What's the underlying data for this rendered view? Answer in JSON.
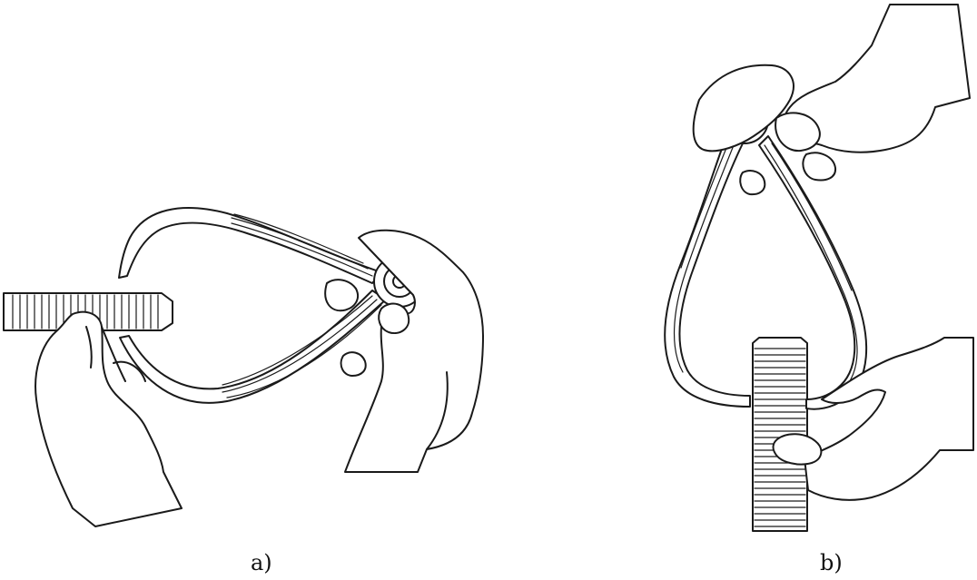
{
  "figure": {
    "panels": [
      {
        "id": "a",
        "caption": "a)"
      },
      {
        "id": "b",
        "caption": "b)"
      }
    ],
    "colors": {
      "ink": "#1a1a1a",
      "background": "#ffffff"
    }
  }
}
